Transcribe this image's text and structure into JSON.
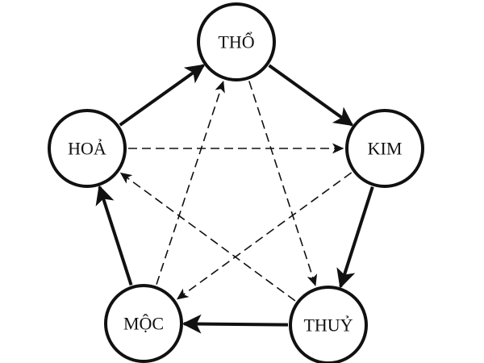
{
  "nodes": [
    {
      "id": "tho",
      "label": "THỔ"
    },
    {
      "id": "kim",
      "label": "KIM"
    },
    {
      "id": "thuy",
      "label": "THUỶ"
    },
    {
      "id": "moc",
      "label": "MỘC"
    },
    {
      "id": "hoa",
      "label": "HOẢ"
    }
  ],
  "edges_solid": [
    {
      "from": "tho",
      "to": "kim"
    },
    {
      "from": "kim",
      "to": "thuy"
    },
    {
      "from": "thuy",
      "to": "moc"
    },
    {
      "from": "moc",
      "to": "hoa"
    },
    {
      "from": "hoa",
      "to": "tho"
    }
  ],
  "edges_dashed": [
    {
      "from": "hoa",
      "to": "kim"
    },
    {
      "from": "kim",
      "to": "moc"
    },
    {
      "from": "moc",
      "to": "tho"
    },
    {
      "from": "tho",
      "to": "thuy"
    },
    {
      "from": "thuy",
      "to": "hoa"
    }
  ],
  "colors": {
    "stroke": "#111111",
    "background": "#ffffff"
  }
}
